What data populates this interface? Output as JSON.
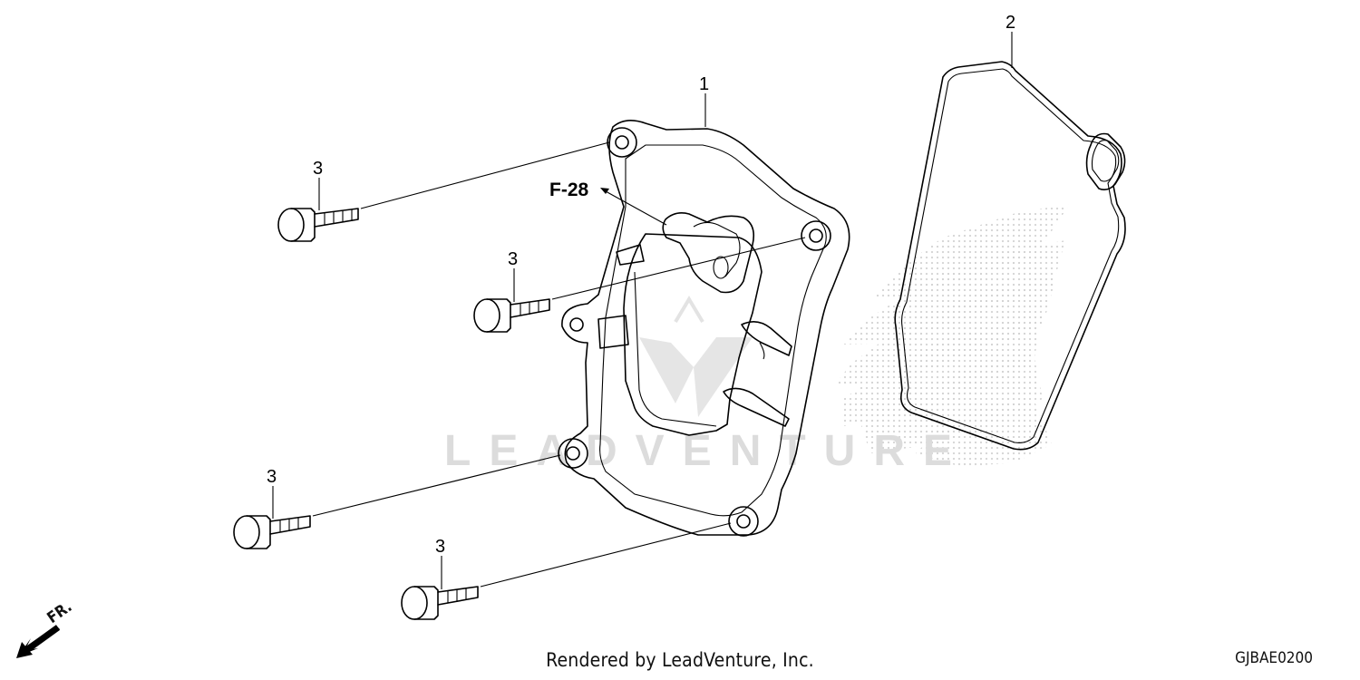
{
  "diagram": {
    "part_callouts": [
      {
        "id": "cover",
        "label": "1"
      },
      {
        "id": "gasket",
        "label": "2"
      },
      {
        "id": "bolt_a",
        "label": "3"
      },
      {
        "id": "bolt_b",
        "label": "3"
      },
      {
        "id": "bolt_c",
        "label": "3"
      },
      {
        "id": "bolt_d",
        "label": "3"
      }
    ],
    "reference_label": "F-28",
    "front_indicator": "FR.",
    "watermark": "LEADVENTURE",
    "footer_credit": "Rendered by LeadVenture, Inc.",
    "drawing_code": "GJBAE0200"
  },
  "colors": {
    "line": "#000000",
    "background": "#ffffff",
    "watermark": "#d9d9d9"
  }
}
